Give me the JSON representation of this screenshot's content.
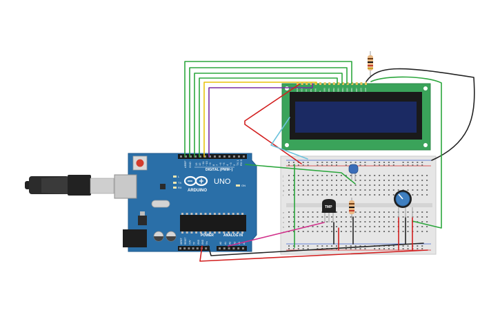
{
  "arduino": {
    "brand": "ARDUINO",
    "model": "UNO",
    "digital_label": "DIGITAL (PWM~)",
    "power_label": "POWER",
    "analog_label": "ANALOG IN",
    "led_on_label": "ON",
    "led_l_label": "L",
    "tx_label": "TX",
    "rx_label": "RX",
    "aref_label": "AREF",
    "gnd_label": "GND",
    "digital_pins": [
      "13",
      "12",
      "~11",
      "~10",
      "~9",
      "8",
      "7",
      "~6",
      "~5",
      "4",
      "~3",
      "2",
      "TX 1",
      "RX 0"
    ],
    "power_pins": [
      "IOREF",
      "RESET",
      "3.3V",
      "5V",
      "GND",
      "GND",
      "Vin"
    ],
    "analog_pins": [
      "A0",
      "A1",
      "A2",
      "A3",
      "A4",
      "A5"
    ]
  },
  "lcd": {
    "pin_labels": [
      "GND",
      "VCC",
      "V0",
      "RS",
      "RW",
      "E",
      "DB0",
      "DB1",
      "DB2",
      "DB3",
      "DB4",
      "DB5",
      "DB6",
      "DB7",
      "LED",
      "LED"
    ]
  },
  "sensor": {
    "label": "TMP"
  },
  "breadboard": {
    "row_letters_top": [
      "j",
      "i",
      "h",
      "g",
      "f"
    ],
    "row_letters_bottom": [
      "e",
      "d",
      "c",
      "b",
      "a"
    ]
  },
  "colors": {
    "arduino_board": "#2a6fa8",
    "breadboard": "#e6e6e6",
    "lcd_pcb": "#3aa35a",
    "lcd_screen": "#1b2a63",
    "wire_green": "#2ba63c",
    "wire_yellow": "#e8c20c",
    "wire_purple": "#7a2aa1",
    "wire_red": "#d21f1f",
    "wire_black": "#222222",
    "wire_cyan": "#6cc3dd",
    "wire_magenta": "#d12f8a"
  }
}
